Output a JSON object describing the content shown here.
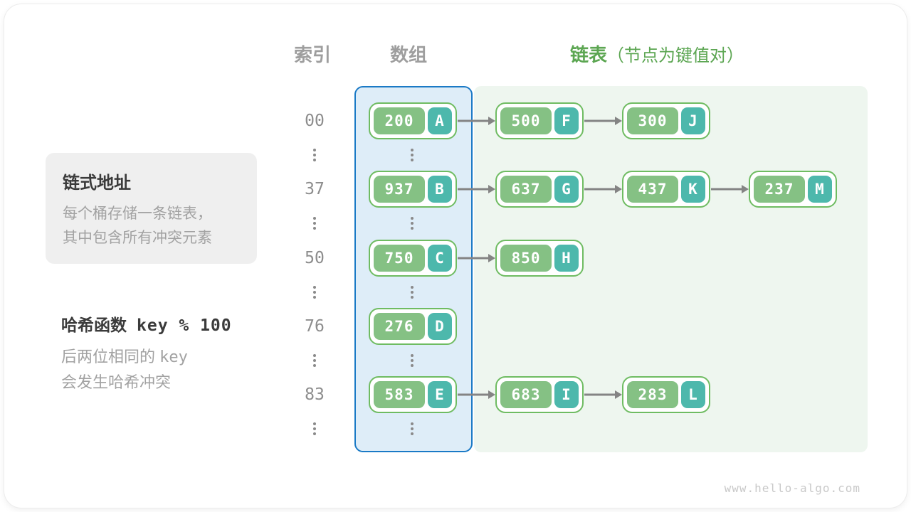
{
  "headers": {
    "index_label": "索引",
    "array_label": "数组",
    "list_label": "链表",
    "list_note": "（节点为键值对）"
  },
  "info_box": {
    "title": "链式地址",
    "lines": [
      "每个桶存储一条链表，",
      "其中包含所有冲突元素"
    ]
  },
  "hash_note": {
    "title_label": "哈希函数",
    "title_code": "key % 100",
    "line1_prefix": "后两位相同的",
    "line1_code": "key",
    "line2": "会发生哈希冲突"
  },
  "diagram": {
    "rows": [
      {
        "index": "00",
        "nodes": [
          {
            "key": "200",
            "value": "A"
          },
          {
            "key": "500",
            "value": "F"
          },
          {
            "key": "300",
            "value": "J"
          }
        ]
      },
      {
        "index": "37",
        "nodes": [
          {
            "key": "937",
            "value": "B"
          },
          {
            "key": "637",
            "value": "G"
          },
          {
            "key": "437",
            "value": "K"
          },
          {
            "key": "237",
            "value": "M"
          }
        ]
      },
      {
        "index": "50",
        "nodes": [
          {
            "key": "750",
            "value": "C"
          },
          {
            "key": "850",
            "value": "H"
          }
        ]
      },
      {
        "index": "76",
        "nodes": [
          {
            "key": "276",
            "value": "D"
          }
        ]
      },
      {
        "index": "83",
        "nodes": [
          {
            "key": "583",
            "value": "E"
          },
          {
            "key": "683",
            "value": "I"
          },
          {
            "key": "283",
            "value": "L"
          }
        ]
      }
    ]
  },
  "watermark": "www.hello-algo.com",
  "colors": {
    "key_green": "#85c184",
    "value_teal": "#4db8ac",
    "node_border": "#6fbc62",
    "array_fill": "#deedf8",
    "array_border": "#1b7ac6",
    "list_fill": "#eef6ef",
    "arrow": "#848484",
    "gray_header": "#9e9e9e",
    "green_header": "#5ca652",
    "dark_text": "#3b3b3b",
    "body_gray": "#a2a2a2",
    "index_gray": "#8d8d8d",
    "dots_gray": "#8a8a8a",
    "infobox_bg": "#efefef",
    "watermark_color": "#c9c9c9"
  }
}
